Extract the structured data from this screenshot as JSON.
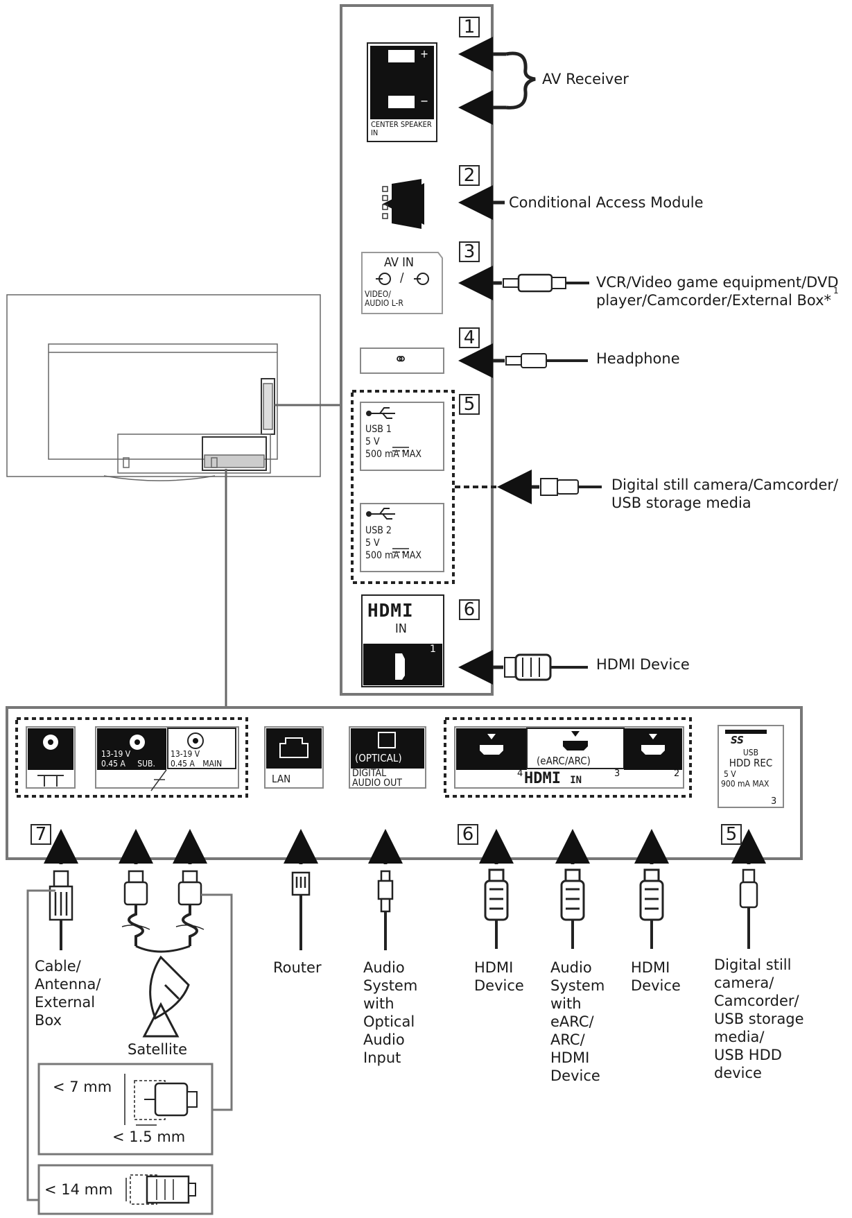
{
  "side_panel": {
    "sections": [
      {
        "number": "1",
        "port": {
          "lines": [
            "CENTER SPEAKER",
            "IN"
          ],
          "plus": "+",
          "minus": "−"
        },
        "device": "AV Receiver"
      },
      {
        "number": "2",
        "device": "Conditional Access Module"
      },
      {
        "number": "3",
        "port": {
          "title": "AV IN",
          "lines": [
            "VIDEO/",
            "AUDIO L-R"
          ]
        },
        "device_lines": [
          "VCR/Video game equipment/DVD",
          "player/Camcorder/External Box*"
        ],
        "footnote": "1"
      },
      {
        "number": "4",
        "device": "Headphone"
      },
      {
        "number": "5",
        "ports": [
          {
            "name": "USB 1",
            "voltage": "5 V",
            "current": "500 mA MAX"
          },
          {
            "name": "USB 2",
            "voltage": "5 V",
            "current": "500 mA MAX"
          }
        ],
        "device_lines": [
          "Digital still camera/Camcorder/",
          "USB storage media"
        ]
      },
      {
        "number": "6",
        "port": {
          "brand": "HDMI",
          "label": "IN",
          "index": "1"
        },
        "device": "HDMI Device"
      }
    ]
  },
  "bottom_panel": {
    "ports": {
      "antenna": {
        "symbol": "antenna-icon"
      },
      "satellite_sub": {
        "voltage": "13-19 V",
        "current": "0.45 A",
        "tag": "SUB."
      },
      "satellite_main": {
        "voltage": "13-19 V",
        "current": "0.45 A",
        "tag": "MAIN"
      },
      "lan": {
        "label": "LAN"
      },
      "optical": {
        "top": "(OPTICAL)",
        "lines": [
          "DIGITAL",
          "AUDIO OUT"
        ]
      },
      "hdmi": {
        "earc": "(eARC/ARC)",
        "numbers": [
          "4",
          "3",
          "2"
        ],
        "brand": "HDMI",
        "label": "IN"
      },
      "usb3": {
        "logo": "SS",
        "lines": [
          "USB",
          "HDD REC",
          "5 V",
          "900 mA MAX"
        ],
        "index": "3"
      }
    },
    "numbers": {
      "antenna": "7",
      "hdmi": "6",
      "usb": "5"
    },
    "devices": {
      "cable": [
        "Cable/",
        "Antenna/",
        "External",
        "Box"
      ],
      "satellite": "Satellite",
      "router": "Router",
      "optical": [
        "Audio",
        "System",
        "with",
        "Optical",
        "Audio",
        "Input"
      ],
      "hdmi_left": [
        "HDMI",
        "Device"
      ],
      "earc": [
        "Audio",
        "System",
        "with",
        "eARC/",
        "ARC/",
        "HDMI",
        "Device"
      ],
      "hdmi_right": [
        "HDMI",
        "Device"
      ],
      "usb": [
        "Digital still",
        "camera/",
        "Camcorder/",
        "USB storage",
        "media/",
        "USB HDD",
        "device"
      ]
    }
  },
  "connectors": {
    "satellite_dim_height": "< 7 mm",
    "satellite_dim_width": "< 1.5 mm",
    "cable_dim": "< 14 mm"
  }
}
